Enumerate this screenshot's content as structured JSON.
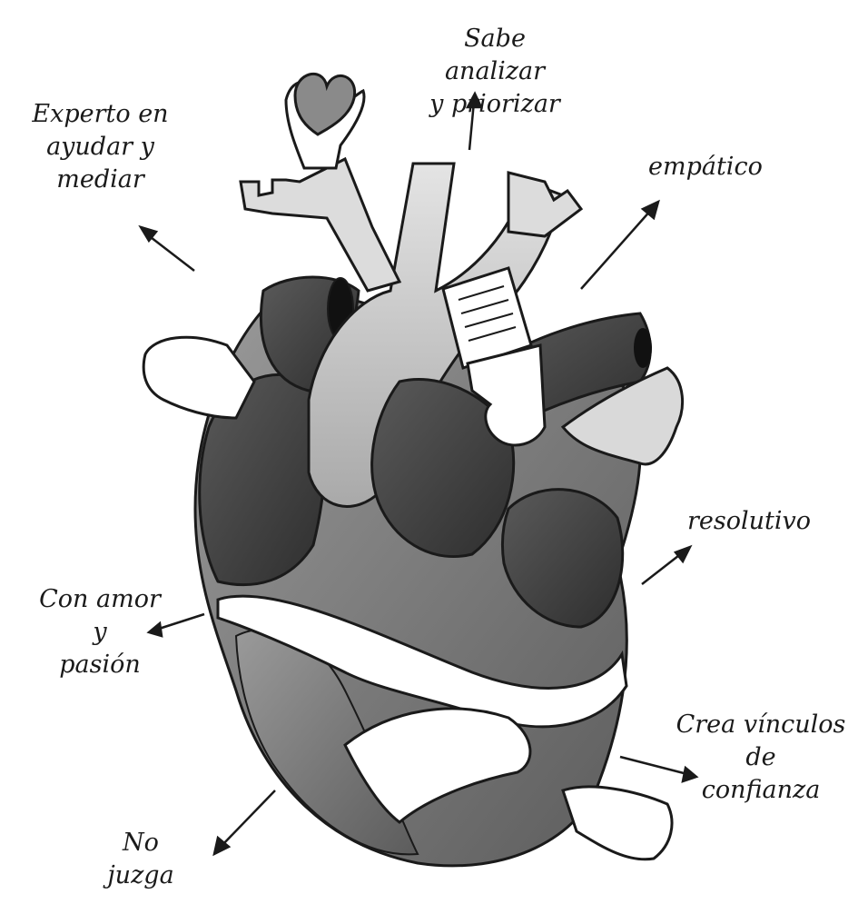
{
  "labels": {
    "analyze": "Sabe analizar\ny priorizar",
    "help": "Experto en\nayudar y\nmediar",
    "empathic": "empático",
    "resolute": "resolutivo",
    "love": "Con amor\ny\npasión",
    "bonds": "Crea vínculos\nde\nconfianza",
    "judge": "No\njuzga"
  },
  "colors": {
    "ink": "#1a1a1a",
    "dark": "#3c3c3c",
    "mid": "#7a7a7a",
    "light": "#c9c9c9",
    "skin": "#ffffff"
  }
}
